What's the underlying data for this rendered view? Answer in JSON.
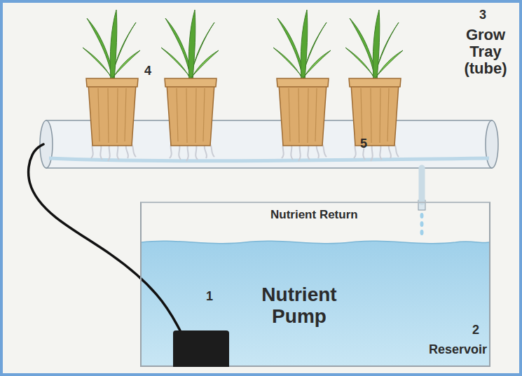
{
  "diagram": {
    "nodes": [
      {
        "text": [
          "Grow Tray (tube)"
        ]
      },
      {
        "text": [
          "Reservoir"
        ]
      },
      {
        "text": [
          "Nutrient Pump"
        ],
        "in": 1
      }
    ],
    "edges": [
      {
        "from": 2,
        "to": 0,
        "arrow": "none"
      },
      {
        "from": 0,
        "to": 1,
        "arrow": "none"
      }
    ],
    "labels": [
      "1",
      "2",
      "3",
      "4",
      "5",
      "Nutrient Return"
    ]
  }
}
